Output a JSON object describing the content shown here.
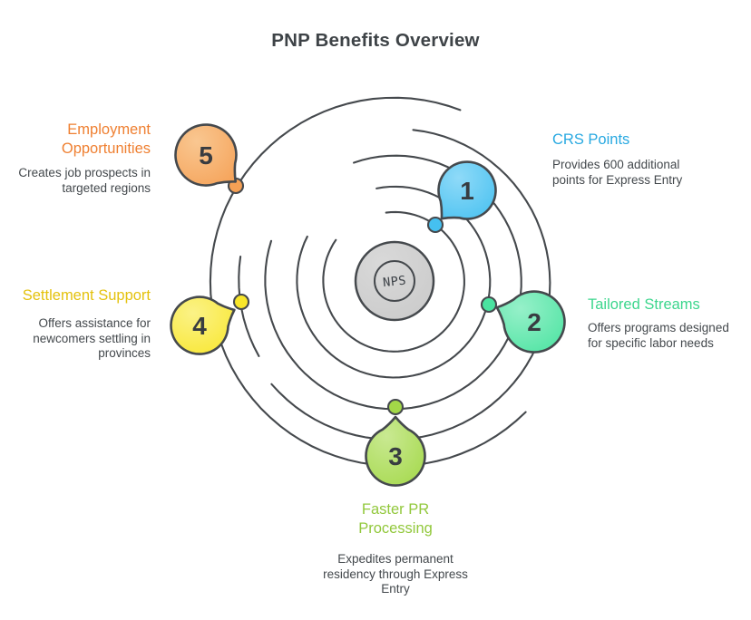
{
  "title": "PNP Benefits Overview",
  "center": {
    "label": "NPS"
  },
  "colors": {
    "stroke": "#45494D",
    "title_text": "#3E4347",
    "body_text": "#43484C",
    "number_text": "#383C41",
    "center_fill": "#C9C9C9",
    "center_fill_light": "#D9D9D9",
    "center_label": "#3B4046"
  },
  "benefits": [
    {
      "number": "1",
      "heading": "CRS Points",
      "body": "Provides 600 additional\npoints for Express Entry",
      "accent": "#29A9E1",
      "bubble_fill": "#45C0F0",
      "bubble_fill_light": "#8FDAF8"
    },
    {
      "number": "2",
      "heading": "Tailored Streams",
      "body": "Offers programs designed\nfor specific labor needs",
      "accent": "#3CD68D",
      "bubble_fill": "#4AE3A0",
      "bubble_fill_light": "#96F0C9"
    },
    {
      "number": "3",
      "heading": "Faster PR\nProcessing",
      "body": "Expedites permanent\nresidency through Express\nEntry",
      "accent": "#92C83C",
      "bubble_fill": "#A3D848",
      "bubble_fill_light": "#C9E992"
    },
    {
      "number": "4",
      "heading": "Settlement Support",
      "body": "Offers assistance for\nnewcomers settling in\nprovinces",
      "accent": "#E4C20E",
      "bubble_fill": "#F8E62A",
      "bubble_fill_light": "#FBF287"
    },
    {
      "number": "5",
      "heading": "Employment\nOpportunities",
      "body": "Creates job prospects in\ntargeted regions",
      "accent": "#EF8032",
      "bubble_fill": "#F5A055",
      "bubble_fill_light": "#F9C791"
    }
  ]
}
